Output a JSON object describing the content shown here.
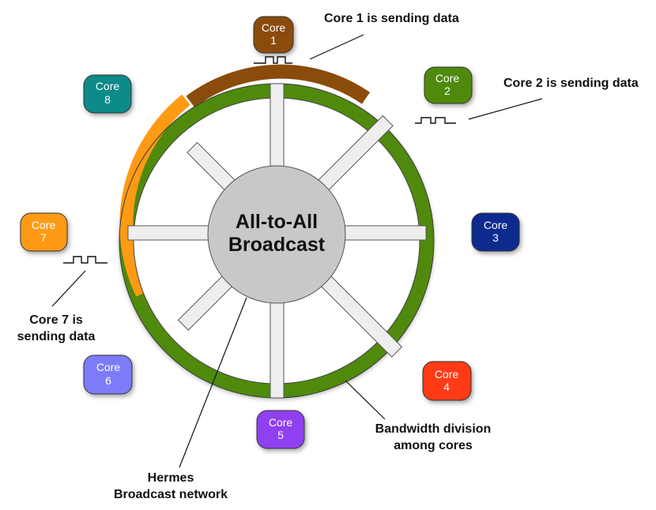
{
  "center": {
    "line1": "All-to-All",
    "line2": "Broadcast"
  },
  "cores": [
    {
      "line1": "Core",
      "line2": "1",
      "color": "#8B4C0B"
    },
    {
      "line1": "Core",
      "line2": "2",
      "color": "#4F8A0B"
    },
    {
      "line1": "Core",
      "line2": "3",
      "color": "#0A2C8F"
    },
    {
      "line1": "Core",
      "line2": "4",
      "color": "#FF3A12"
    },
    {
      "line1": "Core",
      "line2": "5",
      "color": "#8F3FF0"
    },
    {
      "line1": "Core",
      "line2": "6",
      "color": "#7C7CF8"
    },
    {
      "line1": "Core",
      "line2": "7",
      "color": "#FF9A14"
    },
    {
      "line1": "Core",
      "line2": "8",
      "color": "#0B8A8A"
    }
  ],
  "annotations": {
    "core1_sending": "Core 1 is sending data",
    "core2_sending": "Core 2 is sending data",
    "core7_line1": "Core 7 is",
    "core7_line2": "sending data",
    "bandwidth_line1": "Bandwidth division",
    "bandwidth_line2": "among cores",
    "hermes_line1": "Hermes",
    "hermes_line2": "Broadcast network"
  },
  "ring_segments": [
    {
      "owner": "Core 1",
      "color": "#8B4C0B"
    },
    {
      "owner": "Core 2",
      "color": "#4F8A0B"
    },
    {
      "owner": "Core 7",
      "color": "#FF9A14"
    }
  ]
}
